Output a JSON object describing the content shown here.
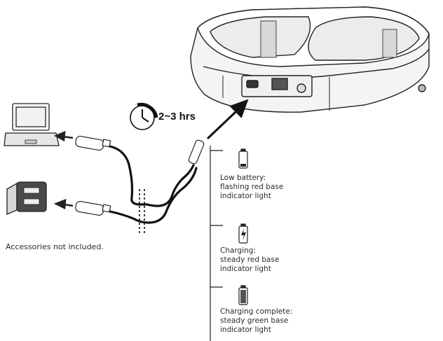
{
  "charge_time": "2~3 hrs",
  "accessories_note": "Accessories not included.",
  "indicators": [
    {
      "icon": "battery-low-icon",
      "lines": [
        "Low battery:",
        "flashing red base",
        "indicator light"
      ]
    },
    {
      "icon": "battery-charging-icon",
      "lines": [
        "Charging:",
        "steady red base",
        "indicator light"
      ]
    },
    {
      "icon": "battery-full-icon",
      "lines": [
        "Charging complete:",
        "steady green base",
        "indicator light"
      ]
    }
  ]
}
